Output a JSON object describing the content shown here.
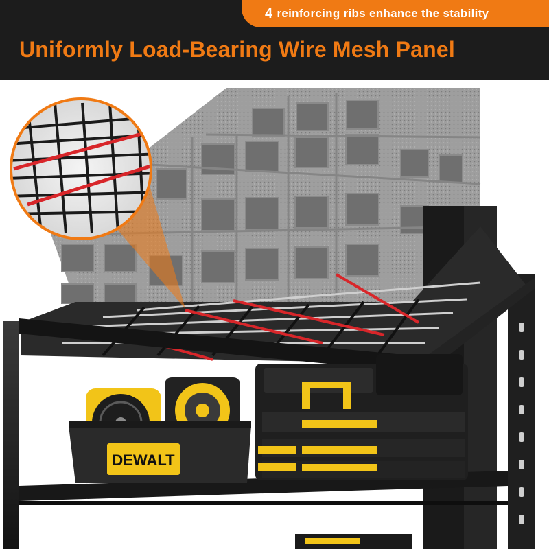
{
  "badge": {
    "number": "4",
    "text": "reinforcing ribs enhance the stability"
  },
  "title": "Uniformly Load-Bearing Wire Mesh Panel",
  "product_label": "DEWALT",
  "colors": {
    "accent": "#f07a14",
    "header_bg": "#1c1c1c",
    "rib": "#d8262a",
    "tool_yellow": "#f2c418"
  },
  "icons": {
    "zoom_callout": "magnifier-circle",
    "fan": "fan-icon"
  }
}
